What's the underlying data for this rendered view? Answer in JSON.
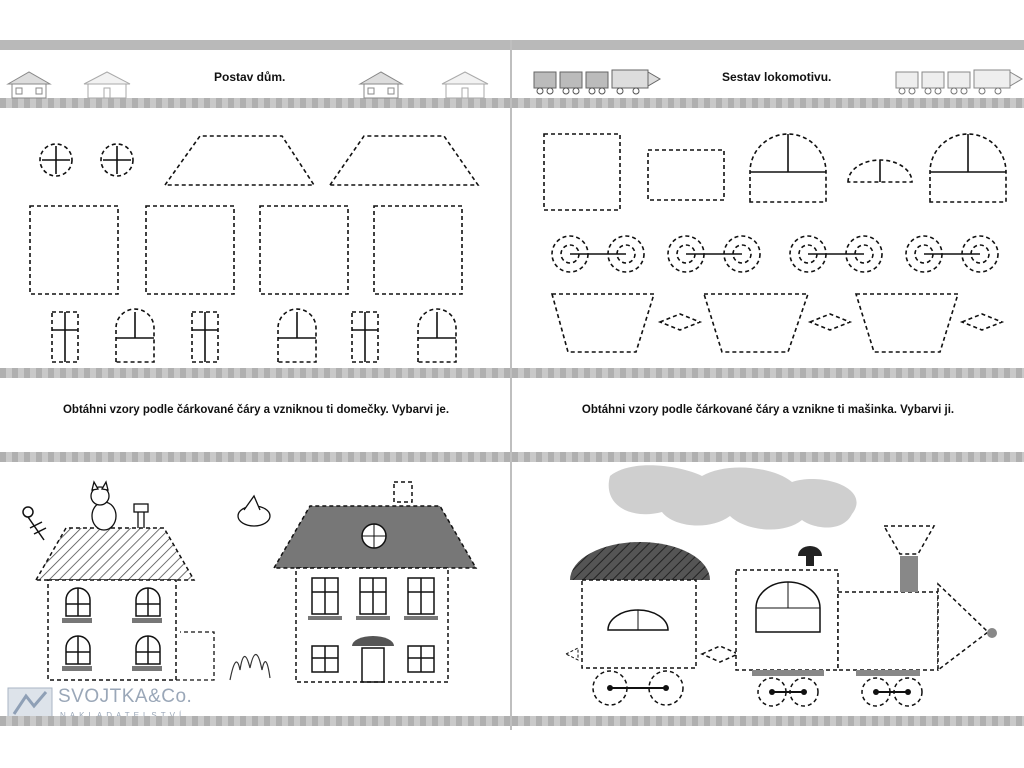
{
  "left_page": {
    "title": "Postav dům.",
    "instruction": "Obtáhni vzory podle čárkované čáry a vzniknou ti domečky. Vybarvi je."
  },
  "right_page": {
    "title": "Sestav lokomotivu.",
    "instruction": "Obtáhni vzory podle čárkované čáry a vznikne ti mašinka. Vybarvi ji."
  },
  "publisher": {
    "name": "SVOJTKA&Co.",
    "subtitle": "NAKLADATELSTVÍ"
  },
  "icons": [
    "house-icon",
    "train-icon",
    "cat-icon",
    "bird-icon",
    "grass-icon",
    "antenna-icon",
    "chimney-icon"
  ],
  "colors": {
    "band": "#b9b9b9",
    "roof_dark": "#6f6f6f",
    "smoke": "#cfcfcf",
    "watermark": "#9aa7b8"
  }
}
